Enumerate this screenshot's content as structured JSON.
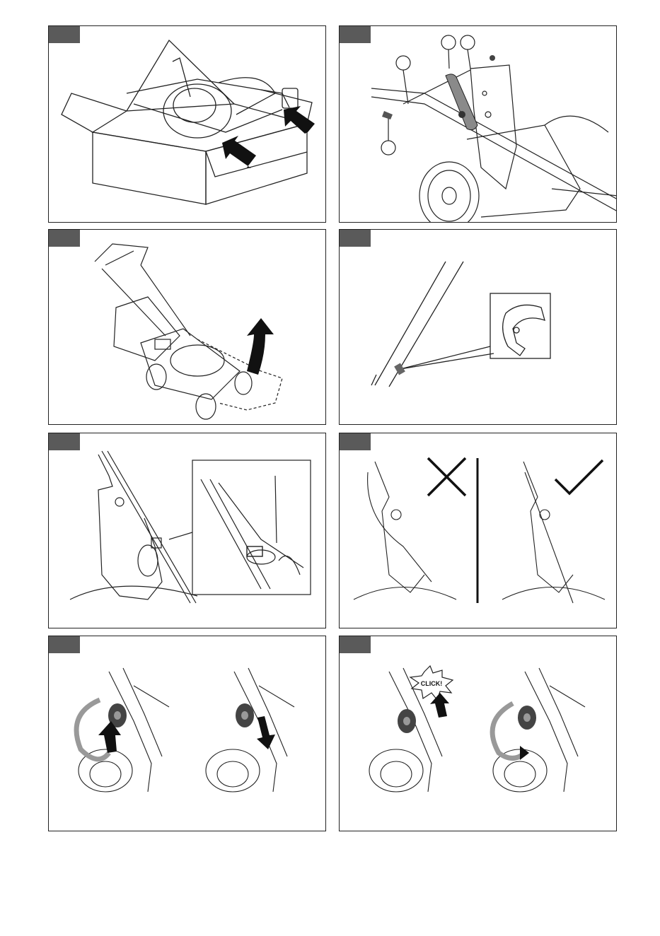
{
  "page": {
    "panels": [
      {
        "id": "unboxing"
      },
      {
        "id": "handle-bolt-assembly"
      },
      {
        "id": "handle-raise"
      },
      {
        "id": "cable-clip"
      },
      {
        "id": "cable-tie-routing"
      },
      {
        "id": "cable-routing-wrong-right"
      },
      {
        "id": "knob-loosen-lower"
      },
      {
        "id": "knob-click-tighten"
      }
    ],
    "click_label": "CLICK!",
    "colors": {
      "tag": "#5a5a5a",
      "line": "#222222",
      "arrow": "#111111",
      "grey_part": "#8a8a8a"
    }
  }
}
